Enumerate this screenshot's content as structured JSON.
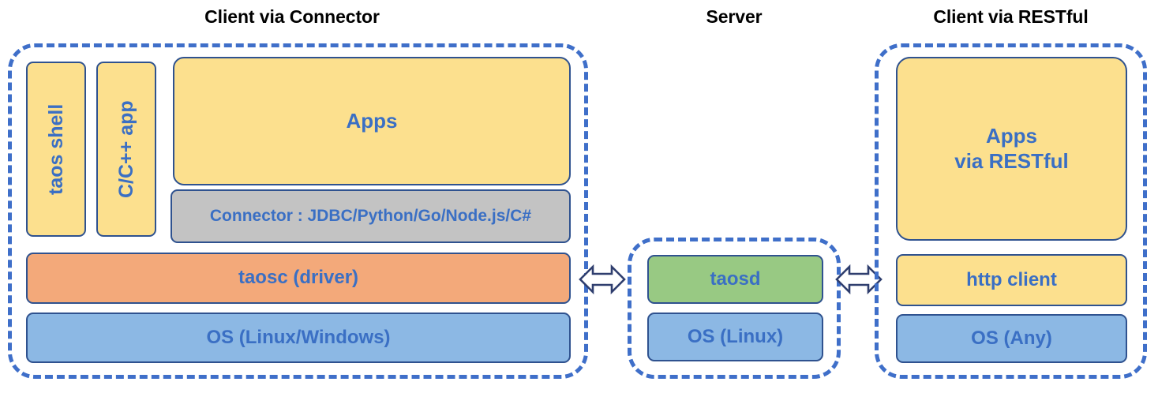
{
  "diagram": {
    "title_color": "#000000",
    "label_color": "#3A6FC4",
    "dashed_border_color": "#3F6FC9",
    "box_border_color": "#2F528F"
  },
  "sections": [
    {
      "id": "client-connector",
      "title": "Client via Connector",
      "boxes": [
        {
          "id": "taos-shell",
          "label": "taos shell",
          "color": "#FCE08E",
          "orientation": "vertical"
        },
        {
          "id": "cpp-app",
          "label": "C/C++ app",
          "color": "#FCE08E",
          "orientation": "vertical"
        },
        {
          "id": "apps",
          "label": "Apps",
          "color": "#FCE08E",
          "orientation": "horizontal"
        },
        {
          "id": "connector",
          "label": "Connector : JDBC/Python/Go/Node.js/C#",
          "color": "#C3C3C3",
          "orientation": "horizontal"
        },
        {
          "id": "taosc",
          "label": "taosc (driver)",
          "color": "#F3A97A",
          "orientation": "horizontal"
        },
        {
          "id": "os-client",
          "label": "OS (Linux/Windows)",
          "color": "#8CB8E4",
          "orientation": "horizontal"
        }
      ]
    },
    {
      "id": "server",
      "title": "Server",
      "boxes": [
        {
          "id": "taosd",
          "label": "taosd",
          "color": "#98C983",
          "orientation": "horizontal"
        },
        {
          "id": "os-server",
          "label": "OS (Linux)",
          "color": "#8CB8E4",
          "orientation": "horizontal"
        }
      ]
    },
    {
      "id": "client-restful",
      "title": "Client via RESTful",
      "boxes": [
        {
          "id": "apps-restful",
          "label": "Apps\nvia RESTful",
          "line1": "Apps",
          "line2": "via RESTful",
          "color": "#FCE08E",
          "orientation": "horizontal"
        },
        {
          "id": "http-client",
          "label": "http client",
          "color": "#FCE08E",
          "orientation": "horizontal"
        },
        {
          "id": "os-any",
          "label": "OS (Any)",
          "color": "#8CB8E4",
          "orientation": "horizontal"
        }
      ]
    }
  ],
  "connectors": [
    {
      "id": "arrow-left",
      "icon": "double-arrow-icon",
      "direction": "bidirectional"
    },
    {
      "id": "arrow-right",
      "icon": "double-arrow-icon",
      "direction": "bidirectional"
    }
  ]
}
